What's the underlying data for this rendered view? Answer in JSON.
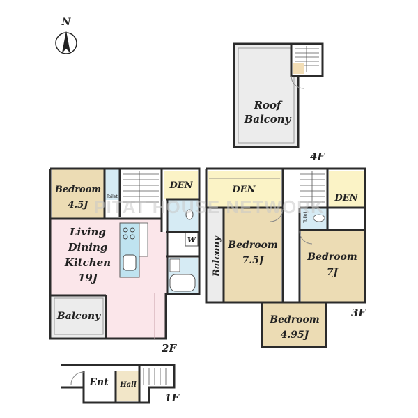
{
  "compass": {
    "label": "N"
  },
  "watermark": "PITAT HOUSE NETWORK",
  "floors": {
    "f1": "1F",
    "f2": "2F",
    "f3": "3F",
    "f4": "4F"
  },
  "rooms": {
    "roof_line1": "Roof",
    "roof_line2": "Balcony",
    "bed2_line1": "Bedroom",
    "bed2_line2": "4.5J",
    "toilet2": "Toilet",
    "den2": "DEN",
    "ldk_line1": "Living",
    "ldk_line2": "Dining",
    "ldk_line3": "Kitchen",
    "ldk_line4": "19J",
    "washer": "W",
    "balcony2": "Balcony",
    "den3a": "DEN",
    "den3b": "DEN",
    "toilet3": "Toilet",
    "balcony3": "Balcony",
    "bed3a_line1": "Bedroom",
    "bed3a_line2": "7.5J",
    "bed3b_line1": "Bedroom",
    "bed3b_line2": "7J",
    "bed3c_line1": "Bedroom",
    "bed3c_line2": "4.95J",
    "ent": "Ent",
    "hall": "Hall"
  },
  "colors": {
    "wall": "#2b2b2b",
    "ldk": "#fbe6ea",
    "bedroom": "#ecdcb4",
    "den": "#fbf3c6",
    "balcony": "#ececec",
    "wet": "#d6ebf4",
    "stair": "#ffffff",
    "kitchen_counter": "#bfe3f0"
  }
}
